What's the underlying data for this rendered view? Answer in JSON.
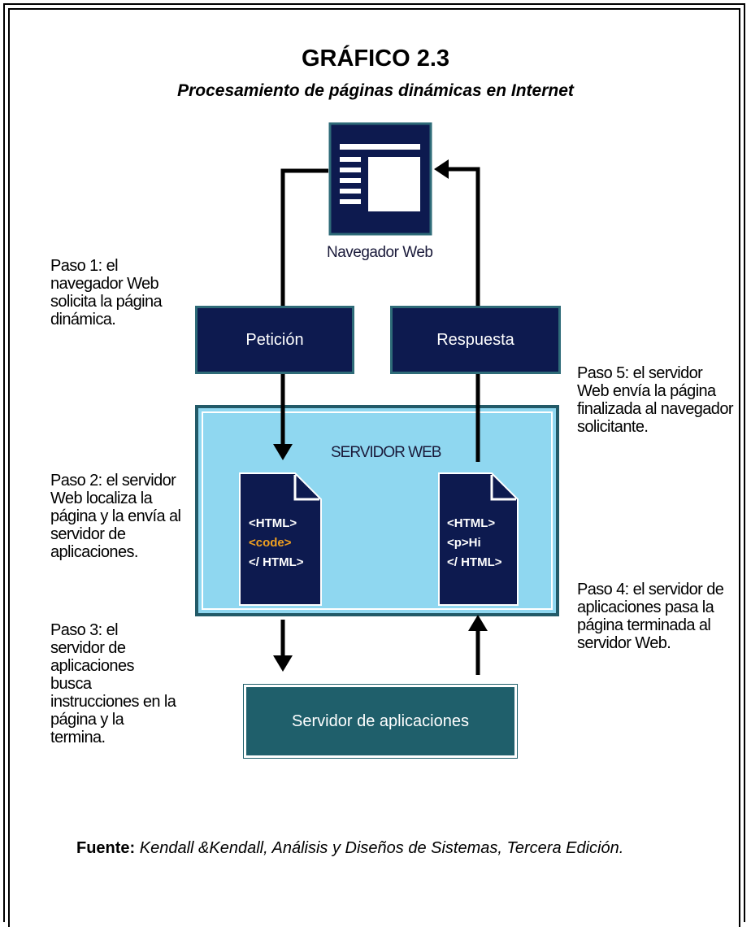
{
  "figure": {
    "title": "GRÁFICO 2.3",
    "subtitle": "Procesamiento de páginas dinámicas en Internet"
  },
  "nodes": {
    "browser": "Navegador Web",
    "request": "Petición",
    "response": "Respuesta",
    "web_server": "SERVIDOR WEB",
    "app_server": "Servidor de aplicaciones"
  },
  "documents": {
    "left": {
      "line1": "<HTML>",
      "line2": "<code>",
      "line3": "</ HTML>"
    },
    "right": {
      "line1": "<HTML>",
      "line2": "<p>Hi",
      "line3": "</ HTML>"
    }
  },
  "steps": [
    {
      "num": "Paso 1",
      "lines": [
        ": el",
        "navegador Web",
        "solicita la página",
        "dinámica."
      ]
    },
    {
      "num": "Paso 2",
      "lines": [
        ": el servidor",
        "Web localiza la",
        "página y la envía al",
        "servidor de",
        "aplicaciones."
      ]
    },
    {
      "num": "Paso 3",
      "lines": [
        ": el",
        "servidor de",
        "aplicaciones",
        "busca",
        "instrucciones en la",
        "página y la",
        "termina."
      ]
    },
    {
      "num": "Paso 4",
      "lines": [
        ": el servidor de",
        "aplicaciones pasa la",
        "página terminada al",
        "servidor Web."
      ]
    },
    {
      "num": "Paso 5",
      "lines": [
        ": el servidor",
        "Web envía la página",
        "finalizada al navegador",
        "solicitante."
      ]
    }
  ],
  "source": {
    "label": "Fuente:",
    "text": "Kendall &Kendall, Análisis y Diseños de Sistemas, Tercera Edición."
  },
  "colors": {
    "navy": "#0d1a4f",
    "teal": "#2e6b78",
    "server_bg": "#8fd7f0",
    "app_box": "#1f5f6b",
    "code": "#f0a020"
  }
}
